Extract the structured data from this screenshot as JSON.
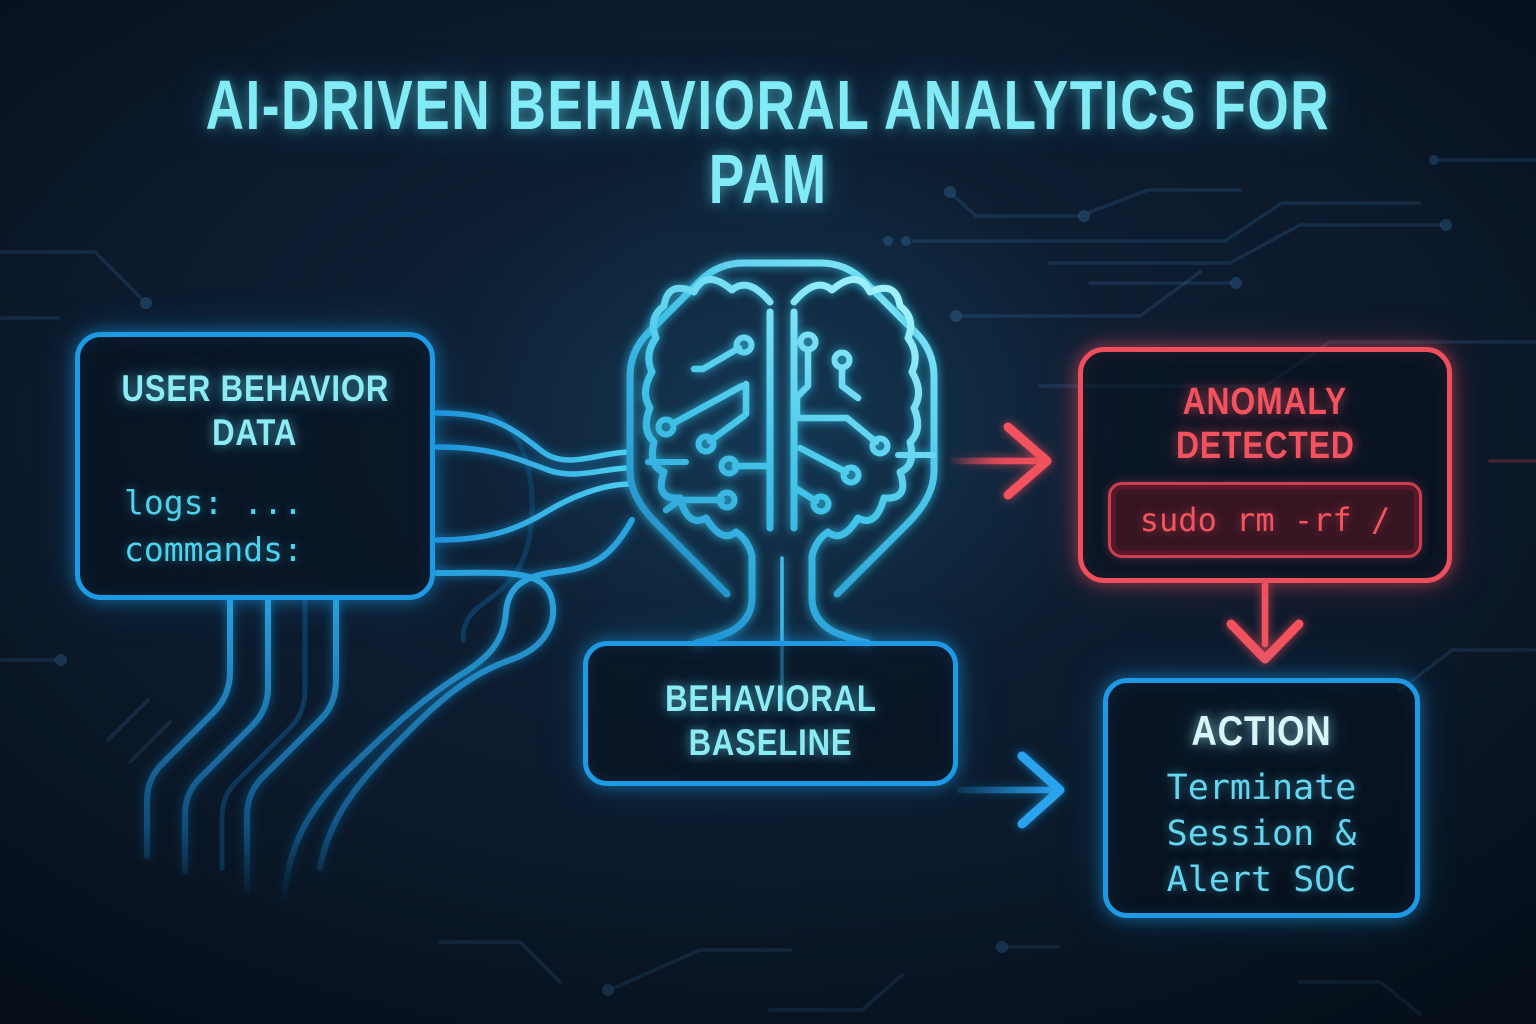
{
  "title": {
    "line1": "AI-DRIVEN BEHAVIORAL ANALYTICS FOR",
    "line2": "PAM"
  },
  "boxes": {
    "user_behavior": {
      "heading_line1": "USER BEHAVIOR",
      "heading_line2": "DATA",
      "lines": [
        "logs: ...",
        "commands:"
      ]
    },
    "baseline": {
      "heading_line1": "BEHAVIORAL",
      "heading_line2": "BASELINE"
    },
    "anomaly": {
      "heading_line1": "ANOMALY",
      "heading_line2": "DETECTED",
      "code": "sudo rm -rf /"
    },
    "action": {
      "heading": "ACTION",
      "lines": [
        "Terminate",
        "Session &",
        "Alert SOC"
      ]
    }
  },
  "icons": {
    "brain": "circuit-brain-icon",
    "frame": "octagon-chip-frame"
  },
  "edges": [
    {
      "from": "user-behavior-data",
      "to": "brain",
      "style": "blue-circuit-traces"
    },
    {
      "from": "brain",
      "to": "behavioral-baseline",
      "style": "blue-stem-lines"
    },
    {
      "from": "brain",
      "to": "anomaly-detected",
      "style": "red-arrow"
    },
    {
      "from": "anomaly-detected",
      "to": "action",
      "style": "red-arrow"
    },
    {
      "from": "behavioral-baseline",
      "to": "action",
      "style": "blue-arrow"
    }
  ],
  "colors": {
    "background": "#0c1b2e",
    "title_cyan": "#82ebf5",
    "blue_border": "#1e9ae4",
    "red_accent": "#f0505d",
    "mono_cyan": "#4ed2ee",
    "action_heading": "#d8f6fa"
  }
}
